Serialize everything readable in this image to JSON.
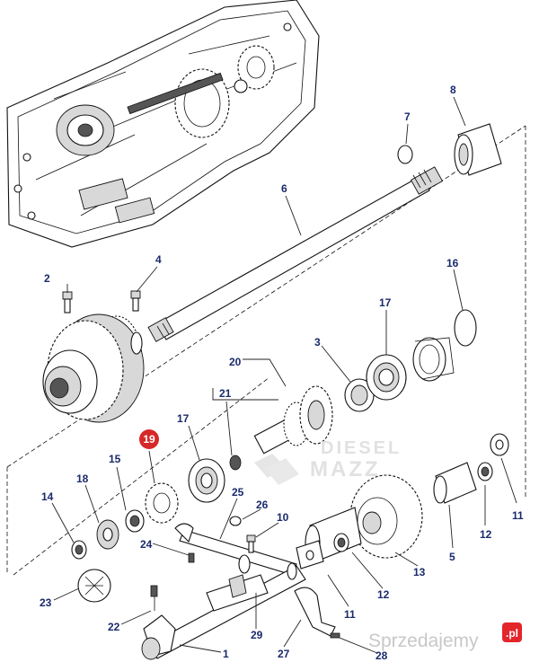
{
  "diagram": {
    "callouts": [
      "1",
      "2",
      "3",
      "4",
      "5",
      "6",
      "7",
      "8",
      "10",
      "11",
      "11",
      "11",
      "12",
      "12",
      "13",
      "14",
      "15",
      "16",
      "17",
      "17",
      "18",
      "19",
      "20",
      "21",
      "22",
      "23",
      "24",
      "25",
      "26",
      "27",
      "28",
      "29"
    ],
    "highlighted_callout": "19",
    "highlight_color": "#d62828",
    "label_color": "#1a2a6b"
  },
  "watermark": {
    "line1": "DIESEL",
    "line2": "MAZZ"
  },
  "branding": {
    "site": "Sprzedajemy",
    "badge": ".pl",
    "badge_color": "#e3262c"
  }
}
